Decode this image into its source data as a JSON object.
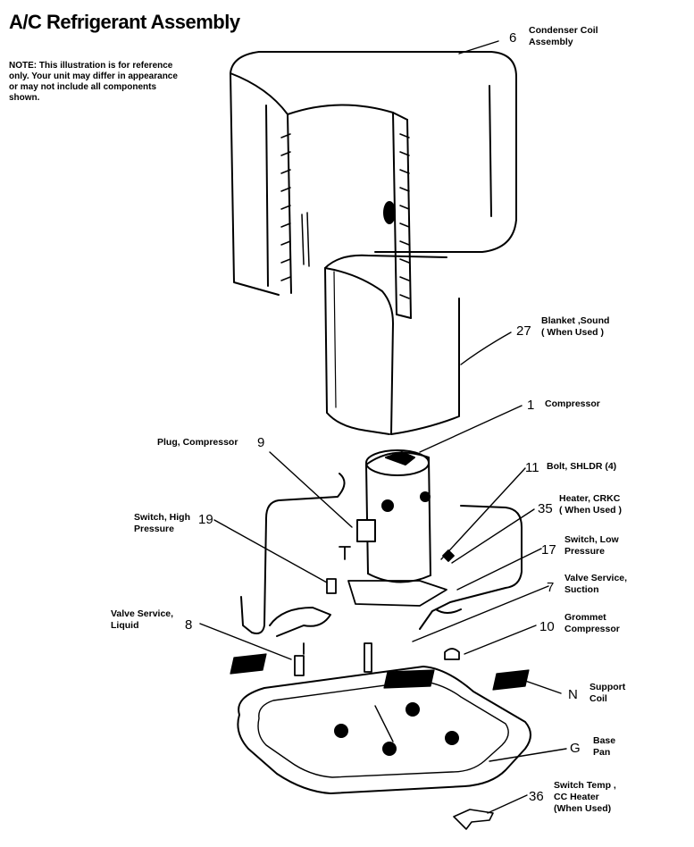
{
  "title": "A/C Refrigerant Assembly",
  "note": "NOTE: This illustration is for reference only. Your unit may differ in appearance or may not include all components shown.",
  "callouts": [
    {
      "id": "c6",
      "num": "6",
      "lines": [
        "Condenser Coil",
        "Assembly"
      ]
    },
    {
      "id": "c27",
      "num": "27",
      "lines": [
        "Blanket ,Sound",
        "( When Used )"
      ]
    },
    {
      "id": "c1",
      "num": "1",
      "lines": [
        "Compressor"
      ]
    },
    {
      "id": "c9",
      "num": "9",
      "lines": [
        "Plug, Compressor"
      ]
    },
    {
      "id": "c11",
      "num": "11",
      "lines": [
        "Bolt, SHLDR (4)"
      ]
    },
    {
      "id": "c35",
      "num": "35",
      "lines": [
        "Heater, CRKC",
        "( When Used )"
      ]
    },
    {
      "id": "c19",
      "num": "19",
      "lines": [
        "Switch, High",
        "Pressure"
      ]
    },
    {
      "id": "c17",
      "num": "17",
      "lines": [
        "Switch, Low",
        "Pressure"
      ]
    },
    {
      "id": "c7",
      "num": "7",
      "lines": [
        "Valve Service,",
        "Suction"
      ]
    },
    {
      "id": "c8",
      "num": "8",
      "lines": [
        "Valve Service,",
        "Liquid"
      ]
    },
    {
      "id": "c10",
      "num": "10",
      "lines": [
        "Grommet",
        "Compressor"
      ]
    },
    {
      "id": "cN",
      "num": "N",
      "lines": [
        "Support",
        "Coil"
      ]
    },
    {
      "id": "cG",
      "num": "G",
      "lines": [
        "Base",
        "Pan"
      ]
    },
    {
      "id": "c36",
      "num": "36",
      "lines": [
        "Switch Temp ,",
        "CC Heater",
        "(When Used)"
      ]
    }
  ]
}
